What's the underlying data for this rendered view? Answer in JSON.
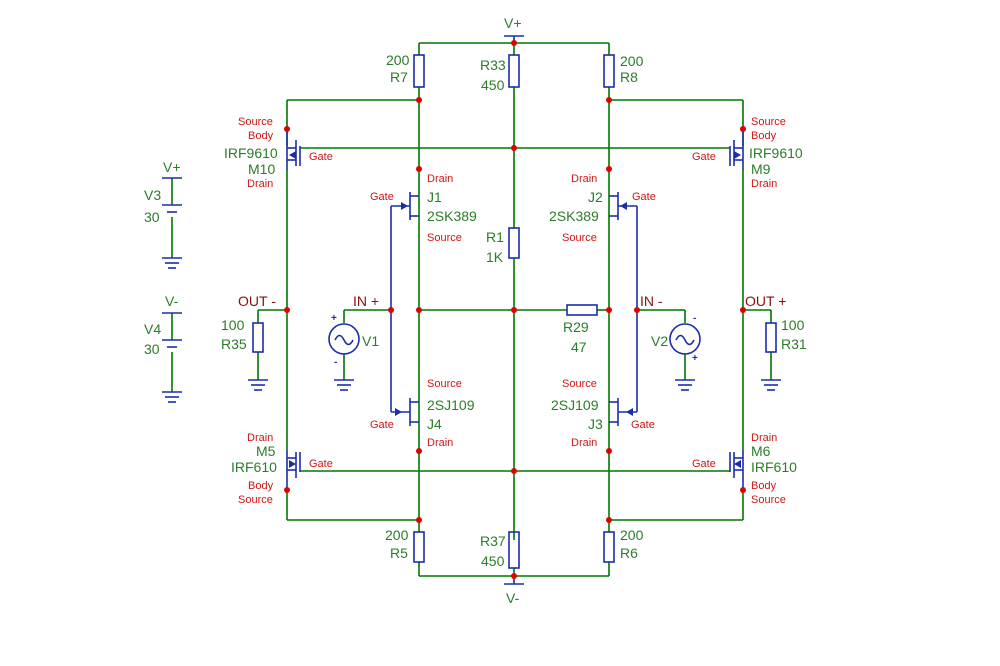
{
  "supplies": {
    "vplus_top": "V+",
    "vminus_bottom": "V-",
    "v3": {
      "polarity": "V+",
      "name": "V3",
      "value": "30"
    },
    "v4": {
      "polarity": "V-",
      "name": "V4",
      "value": "30"
    }
  },
  "resistors": {
    "r7": {
      "name": "R7",
      "value": "200"
    },
    "r8": {
      "name": "R8",
      "value": "200"
    },
    "r33": {
      "name": "R33",
      "value": "450"
    },
    "r1": {
      "name": "R1",
      "value": "1K"
    },
    "r29": {
      "name": "R29",
      "value": "47"
    },
    "r35": {
      "name": "R35",
      "value": "100"
    },
    "r31": {
      "name": "R31",
      "value": "100"
    },
    "r5": {
      "name": "R5",
      "value": "200"
    },
    "r6": {
      "name": "R6",
      "value": "200"
    },
    "r37": {
      "name": "R37",
      "value": "450"
    }
  },
  "mosfets": {
    "m10": {
      "part": "IRF9610",
      "name": "M10"
    },
    "m9": {
      "part": "IRF9610",
      "name": "M9"
    },
    "m5": {
      "part": "IRF610",
      "name": "M5"
    },
    "m6": {
      "part": "IRF610",
      "name": "M6"
    }
  },
  "jfets": {
    "j1": {
      "part": "2SK389",
      "name": "J1"
    },
    "j2": {
      "part": "2SK389",
      "name": "J2"
    },
    "j4": {
      "part": "2SJ109",
      "name": "J4"
    },
    "j3": {
      "part": "2SJ109",
      "name": "J3"
    }
  },
  "sources": {
    "v1": {
      "name": "V1"
    },
    "v2": {
      "name": "V2"
    },
    "plus": "+",
    "minus": "-"
  },
  "nets": {
    "out_minus": "OUT -",
    "out_plus": "OUT +",
    "in_plus": "IN +",
    "in_minus": "IN -"
  },
  "pins": {
    "source": "Source",
    "body": "Body",
    "gate": "Gate",
    "drain": "Drain"
  },
  "colors": {
    "wire": "#007700",
    "component": "#1a2ea8",
    "node": "#e00000",
    "label": "#2a7d2a",
    "pin_label": "#d01515",
    "net_label": "#8a0f0f"
  }
}
